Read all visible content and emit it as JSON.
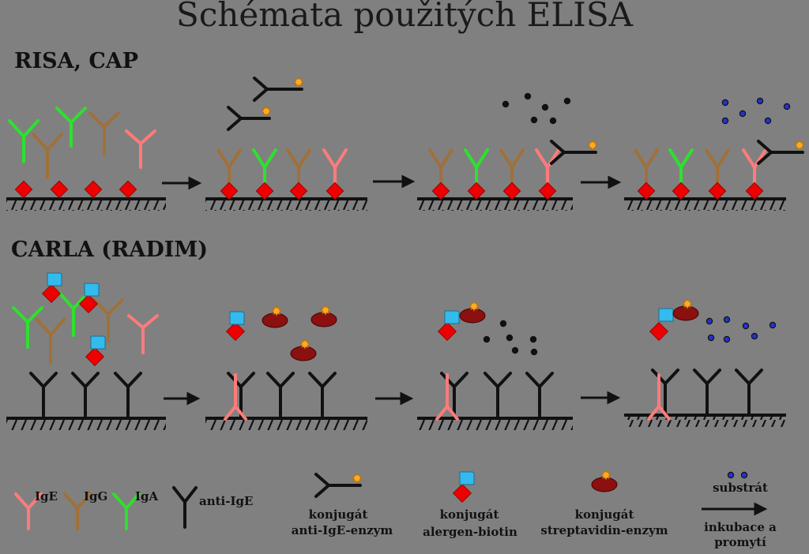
{
  "title": "Schémata použitých ELISA",
  "sections": {
    "risa": "RISA, CAP",
    "carla": "CARLA (RADIM)"
  },
  "legend": {
    "ige": "IgE",
    "igg": "IgG",
    "iga": "IgA",
    "anti_ige": "anti-IgE",
    "conj_anti_ige_line1": "konjugát",
    "conj_anti_ige_line2": "anti-IgE-enzym",
    "conj_allergen_line1": "konjugát",
    "conj_allergen_line2": "alergen-biotin",
    "conj_strep_line1": "konjugát",
    "conj_strep_line2": "streptavidin-enzym",
    "substrate": "substrát",
    "incubation_line1": "inkubace a",
    "incubation_line2": "promytí"
  },
  "colors": {
    "background": "#808080",
    "ige": "#ff7b7b",
    "igg": "#a0703a",
    "iga": "#2ee02e",
    "anti_ige": "#111111",
    "allergen": "#ee0000",
    "biotin": "#33bbee",
    "streptavidin": "#8b1010",
    "enzyme": "#ffaa22",
    "substrate_colorless": "#111111",
    "substrate_colored": "#2233cc"
  }
}
